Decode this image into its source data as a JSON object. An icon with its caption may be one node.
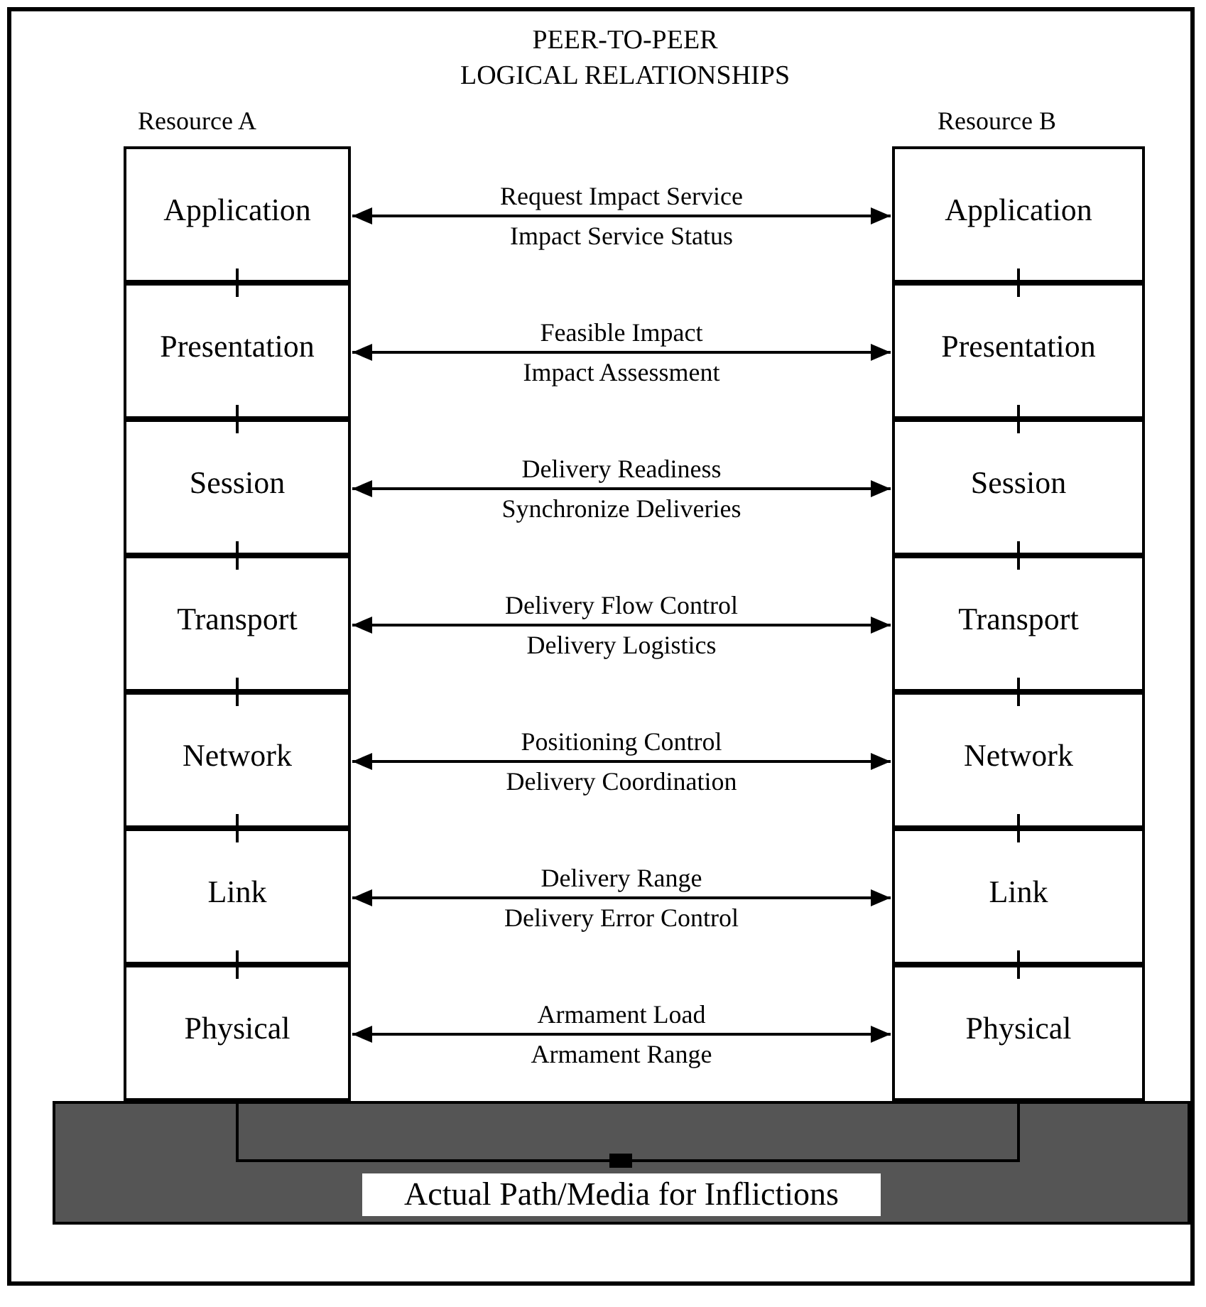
{
  "diagram": {
    "title": "PEER-TO-PEER LOGICAL RELATIONSHIPS",
    "nodes": [
      {
        "text": [
          "Application"
        ]
      },
      {
        "text": [
          "Presentation"
        ]
      },
      {
        "text": [
          "Session"
        ]
      },
      {
        "text": [
          "Transport"
        ]
      },
      {
        "text": [
          "Network"
        ]
      },
      {
        "text": [
          "Link"
        ]
      },
      {
        "text": [
          "Physical"
        ]
      },
      {
        "text": [
          "Application"
        ]
      },
      {
        "text": [
          "Presentation"
        ]
      },
      {
        "text": [
          "Session"
        ]
      },
      {
        "text": [
          "Transport"
        ]
      },
      {
        "text": [
          "Network"
        ]
      },
      {
        "text": [
          "Link"
        ]
      },
      {
        "text": [
          "Physical"
        ]
      },
      {
        "text": [
          "Actual Path/Media for Inflictions"
        ]
      },
      {
        "text": [],
        "shape": "box",
        "in": 14
      }
    ],
    "edges": [
      {
        "from": 0,
        "to": 7,
        "arrow": "both",
        "label": "Request Impact Service"
      },
      {
        "from": 1,
        "to": 8,
        "arrow": "both",
        "label": "Feasible Impact"
      },
      {
        "from": 2,
        "to": 9,
        "arrow": "both",
        "label": "Delivery Readiness"
      },
      {
        "from": 3,
        "to": 10,
        "arrow": "both",
        "label": "Delivery Flow Control"
      },
      {
        "from": 4,
        "to": 11,
        "arrow": "both",
        "label": "Positioning Control"
      },
      {
        "from": 5,
        "to": 12,
        "arrow": "both",
        "label": "Delivery Range"
      },
      {
        "from": 6,
        "to": 13,
        "arrow": "both",
        "label": "Armament Load"
      },
      {
        "from": 0,
        "to": 1,
        "arrow": "none"
      },
      {
        "from": 1,
        "to": 2,
        "arrow": "none"
      },
      {
        "from": 2,
        "to": 3,
        "arrow": "none"
      },
      {
        "from": 3,
        "to": 4,
        "arrow": "none"
      },
      {
        "from": 4,
        "to": 5,
        "arrow": "none"
      },
      {
        "from": 5,
        "to": 6,
        "arrow": "none"
      },
      {
        "from": 7,
        "to": 8,
        "arrow": "none"
      },
      {
        "from": 8,
        "to": 9,
        "arrow": "none"
      },
      {
        "from": 9,
        "to": 10,
        "arrow": "none"
      },
      {
        "from": 10,
        "to": 11,
        "arrow": "none"
      },
      {
        "from": 11,
        "to": 12,
        "arrow": "none"
      },
      {
        "from": 12,
        "to": 13,
        "arrow": "none"
      },
      {
        "from": 6,
        "to": 15,
        "arrow": "none"
      },
      {
        "from": 13,
        "to": 15,
        "arrow": "none"
      }
    ],
    "labels": [
      "Resource A",
      "Resource B",
      "Impact Service Status",
      "Impact Assessment",
      "Synchronize Deliveries",
      "Delivery Logistics",
      "Delivery Coordination",
      "Delivery Error Control",
      "Armament Range"
    ]
  }
}
